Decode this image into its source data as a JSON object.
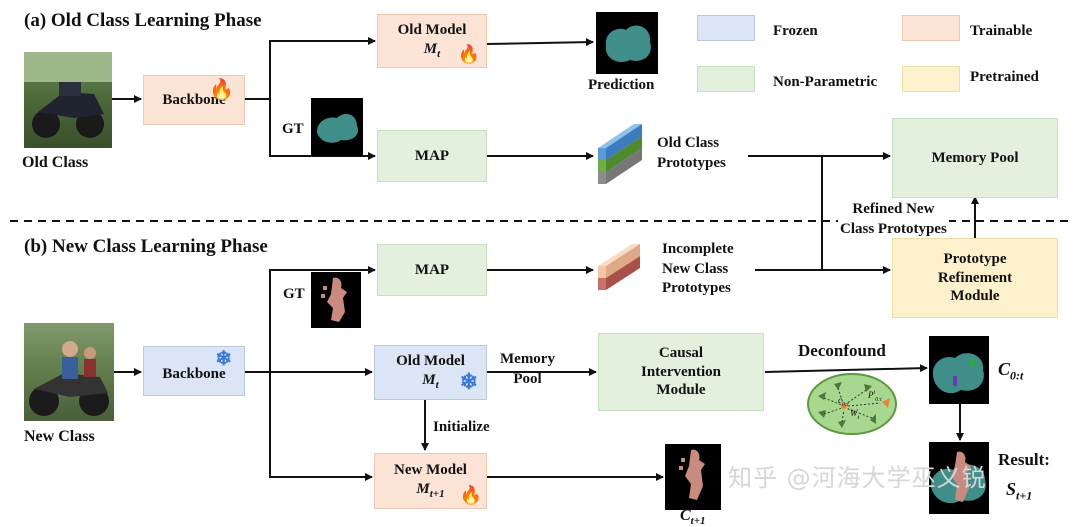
{
  "section_a": {
    "title": "(a) Old Class Learning Phase"
  },
  "section_b": {
    "title": "(b) New Class Learning Phase"
  },
  "inputs": {
    "old_class": "Old Class",
    "new_class": "New Class"
  },
  "boxes": {
    "backbone_a": "Backbone",
    "old_model_a": "Old Model",
    "old_model_a_sub": "M",
    "old_model_a_sub_idx": "t",
    "map_a": "MAP",
    "memory_pool": "Memory Pool",
    "map_b": "MAP",
    "prototype_refinement": [
      "Prototype",
      "Refinement",
      "Module"
    ],
    "backbone_b": "Backbone",
    "old_model_b": "Old Model",
    "old_model_b_sub": "M",
    "old_model_b_sub_idx": "t",
    "causal_intervention": [
      "Causal",
      "Intervention",
      "Module"
    ],
    "new_model": "New Model",
    "new_model_sub": "M",
    "new_model_sub_idx": "t+1"
  },
  "labels": {
    "prediction": "Prediction",
    "gt_a": "GT",
    "gt_b": "GT",
    "old_prototypes": [
      "Old Class",
      "Prototypes"
    ],
    "incomplete_prototypes": [
      "Incomplete",
      "New Class",
      "Prototypes"
    ],
    "refined_prototypes": [
      "Refined New",
      "Class Prototypes"
    ],
    "memory_pool_edge": [
      "Memory",
      "Pool"
    ],
    "initialize": "Initialize",
    "deconfound": "Deconfound",
    "c0t": "C",
    "c0t_idx": "0:t",
    "result": "Result:",
    "st1": "S",
    "st1_idx": "t+1",
    "bottom_c": "C",
    "bottom_c_idx": "t+1"
  },
  "legend": {
    "frozen": "Frozen",
    "trainable": "Trainable",
    "non_parametric": "Non-Parametric",
    "pretrained": "Pretrained"
  },
  "causal_graph": {
    "node_c": "c",
    "node_c_idx": "0:t",
    "node_w": "W",
    "node_w_idx": "t",
    "node_p": "P",
    "node_p_idx": "0:t",
    "node_p_sup": "i"
  },
  "watermark": "知乎 @河海大学巫义锐",
  "colors": {
    "trainable": "#fbe3d6",
    "frozen": "#dbe5f5",
    "non_parametric": "#e3f0dd",
    "pretrained": "#fdf1cd",
    "mask_teal": "#3f8e8a",
    "mask_pink": "#c98a80",
    "proto_blue": "#5b9bd5",
    "proto_green": "#70ad47",
    "proto_gray": "#8c8c8c",
    "proto_peach": "#f3c6a8",
    "proto_red": "#c9706b"
  }
}
